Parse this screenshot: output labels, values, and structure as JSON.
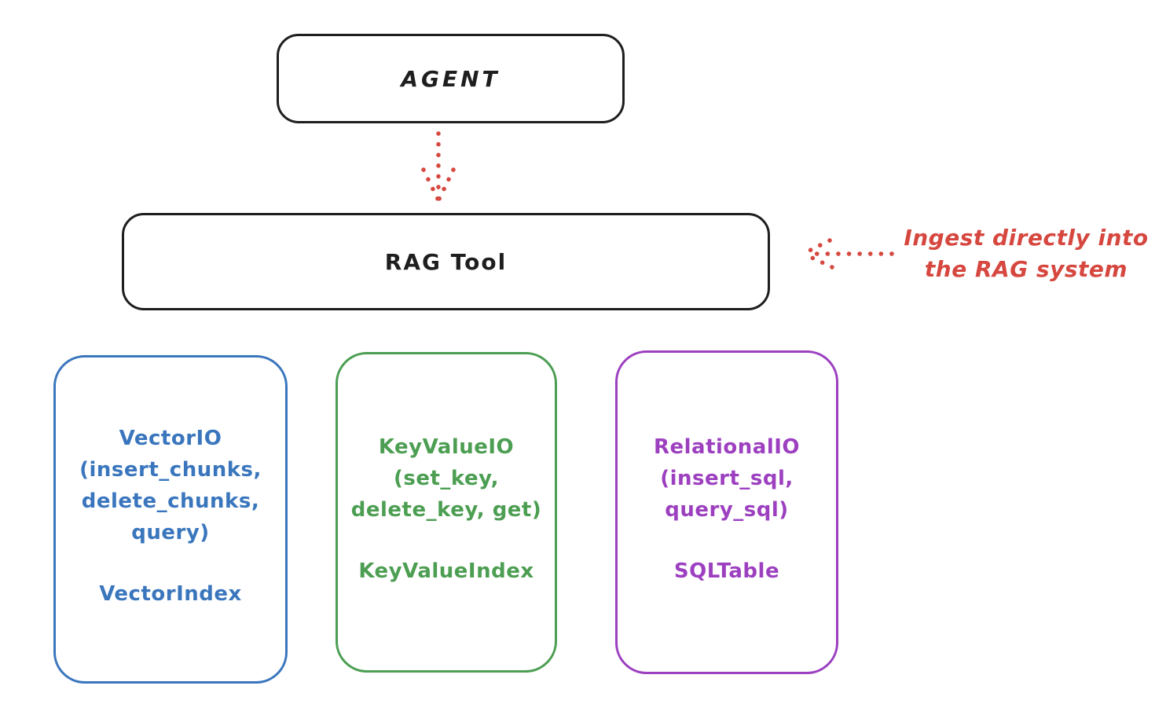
{
  "canvas": {
    "background": "#ffffff"
  },
  "nodes": {
    "agent": {
      "label": "AGENT",
      "stroke": "#1e1e1e"
    },
    "rag_tool": {
      "label": "RAG Tool",
      "stroke": "#1e1e1e"
    },
    "vector_io": {
      "lines": [
        "VectorIO",
        "(insert_chunks,",
        "delete_chunks,",
        "query)"
      ],
      "footer": "VectorIndex",
      "stroke": "#3a76bd"
    },
    "key_value_io": {
      "lines": [
        "KeyValueIO",
        "(set_key,",
        "delete_key, get)"
      ],
      "footer": "KeyValueIndex",
      "stroke": "#4c9e52"
    },
    "relational_io": {
      "lines": [
        "RelationalIO",
        "(insert_sql,",
        "query_sql)"
      ],
      "footer": "SQLTable",
      "stroke": "#9c40c0"
    }
  },
  "annotations": {
    "ingest": {
      "lines": [
        "Ingest directly into",
        "the RAG system"
      ],
      "color": "#d6473f"
    }
  },
  "arrows": {
    "agent_to_rag_tool": {
      "style": "dotted",
      "color": "#d6473f",
      "direction": "down"
    },
    "ingest_note_to_rag_tool": {
      "style": "dotted",
      "color": "#d6473f",
      "direction": "left"
    }
  }
}
